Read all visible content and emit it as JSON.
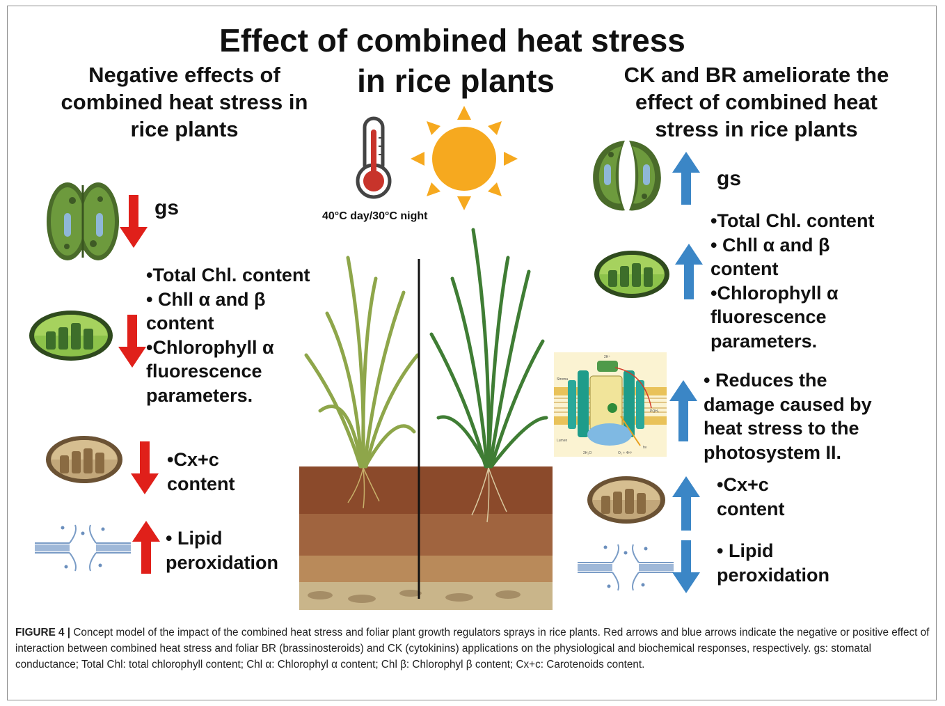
{
  "figure": {
    "title_line1": "Effect of combined heat stress",
    "title_line2": "in rice plants",
    "temperature_label": "40°C day/30°C night"
  },
  "left_panel": {
    "heading": [
      "Negative effects of",
      "combined heat stress in",
      "rice plants"
    ],
    "gs": "gs",
    "chl_lines": [
      "•Total Chl. content",
      "• Chll α    and β",
      "content",
      "•Chlorophyll    α",
      "fluorescence",
      "parameters."
    ],
    "cx_lines": [
      "•Cx+c",
      "content"
    ],
    "lipid_lines": [
      "•  Lipid",
      "peroxidation"
    ]
  },
  "right_panel": {
    "heading": [
      "CK and BR ameliorate  the",
      "effect of combined heat",
      "stress in rice plants"
    ],
    "gs": "gs",
    "chl_lines": [
      "•Total Chl. content",
      "• Chll α    and β",
      "content",
      "•Chlorophyll    α",
      "fluorescence",
      "parameters."
    ],
    "ps2_lines": [
      "• Reduces  the",
      "damage caused by",
      "heat stress  to the",
      "photosystem II."
    ],
    "cx_lines": [
      "•Cx+c",
      "content"
    ],
    "lipid_lines": [
      "•  Lipid",
      "peroxidation"
    ]
  },
  "caption": {
    "label": "FIGURE 4 |",
    "text": " Concept model of the impact of the combined heat stress and foliar plant growth regulators sprays in rice plants. Red arrows and blue arrows indicate the negative or positive effect of interaction between combined heat stress and foliar BR (brassinosteroids) and CK (cytokinins) applications on the physiological and biochemical responses, respectively. gs: stomatal conductance; Total Chl: total chlorophyll content; Chl α: Chlorophyl α content; Chl β: Chlorophyl β content; Cx+c: Carotenoids content."
  },
  "colors": {
    "negative_arrow": "#e0201a",
    "positive_arrow": "#3b86c6",
    "sun": "#f6a91f",
    "chloroplast_green": "#5e8a3a",
    "soil_top": "#8b4a2b"
  },
  "icons": {
    "thermometer": "thermometer-icon",
    "sun": "sun-icon",
    "stomata": "stomata-icon",
    "chloroplast": "chloroplast-icon",
    "chromoplast": "chromoplast-icon",
    "membrane": "membrane-icon",
    "photosystem": "photosystem-ii-diagram"
  }
}
